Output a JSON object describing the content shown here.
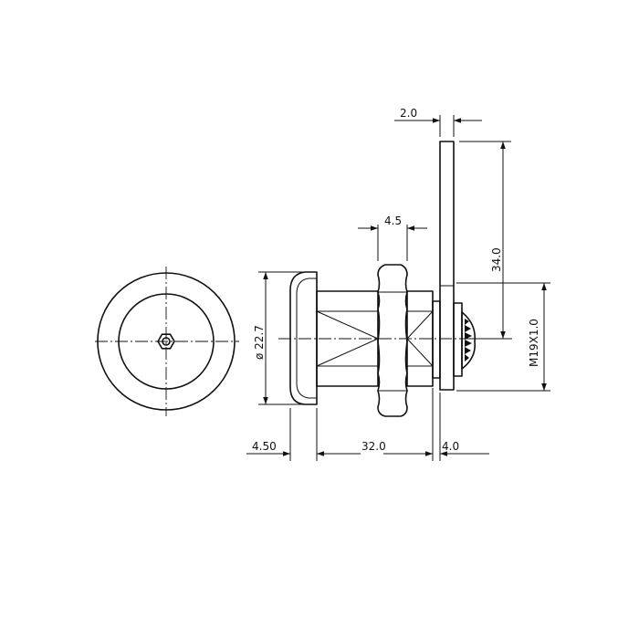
{
  "drawing": {
    "dimensions": {
      "cam_thickness": "2.0",
      "cam_length": "34.0",
      "nut_thickness": "4.5",
      "flange_diameter": "ø 22.7",
      "thread": "M19X1.0",
      "flange_thickness": "4.50",
      "body_length": "32.0",
      "cam_offset": "4.0"
    }
  }
}
